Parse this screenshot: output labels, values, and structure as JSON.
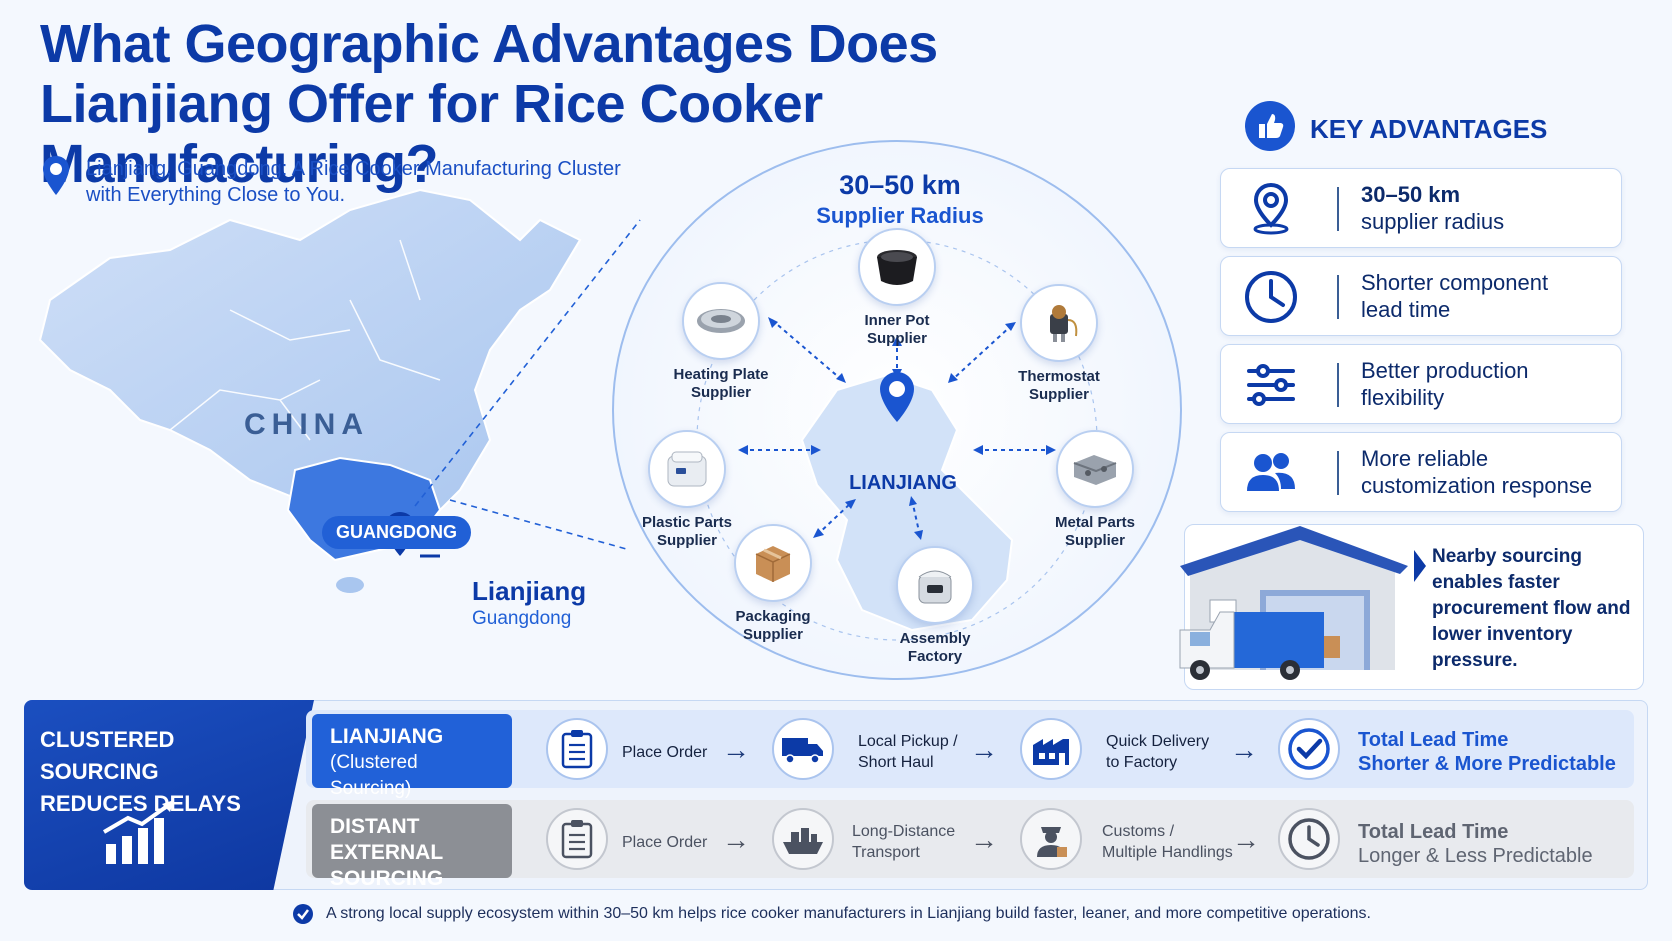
{
  "header": {
    "title_line1": "What Geographic Advantages Does",
    "title_line2": "Lianjiang Offer for Rice Cooker Manufacturing?",
    "subtitle_line1": "Lianjiang, Guangdong: A Rice Cooker Manufacturing Cluster",
    "subtitle_line2": "with Everything Close to You."
  },
  "map": {
    "country": "CHINA",
    "province_badge": "GUANGDONG",
    "city": "Lianjiang",
    "city_province": "Guangdong"
  },
  "cluster": {
    "radius_km": "30–50 km",
    "radius_label": "Supplier Radius",
    "center": "LIANJIANG",
    "nodes": [
      {
        "line1": "Inner Pot",
        "line2": "Supplier"
      },
      {
        "line1": "Heating Plate",
        "line2": "Supplier"
      },
      {
        "line1": "Thermostat",
        "line2": "Supplier"
      },
      {
        "line1": "Plastic Parts",
        "line2": "Supplier"
      },
      {
        "line1": "Metal Parts",
        "line2": "Supplier"
      },
      {
        "line1": "Packaging",
        "line2": "Supplier"
      },
      {
        "line1": "Assembly",
        "line2": "Factory"
      }
    ]
  },
  "key_advantages": {
    "heading": "KEY ADVANTAGES",
    "items": [
      {
        "line1": "30–50 km",
        "line2": "supplier radius",
        "icon": "location-pin-icon"
      },
      {
        "line1": "Shorter component",
        "line2": "lead time",
        "icon": "clock-icon"
      },
      {
        "line1": "Better production",
        "line2": "flexibility",
        "icon": "sliders-icon"
      },
      {
        "line1": "More reliable",
        "line2": "customization response",
        "icon": "people-icon"
      }
    ],
    "nearby_text": "Nearby sourcing enables faster procurement flow and lower inventory pressure."
  },
  "comparison": {
    "panel_line1": "CLUSTERED SOURCING",
    "panel_line2": "REDUCES DELAYS",
    "rows": [
      {
        "tag_a": "LIANJIANG",
        "tag_b": "(Clustered Sourcing)",
        "steps": [
          {
            "line1": "Place Order",
            "line2": ""
          },
          {
            "line1": "Local Pickup /",
            "line2": "Short Haul"
          },
          {
            "line1": "Quick Delivery",
            "line2": "to Factory"
          }
        ],
        "total_line1": "Total Lead Time",
        "total_line2": "Shorter & More Predictable"
      },
      {
        "tag_a": "DISTANT EXTERNAL",
        "tag_b": "SOURCING",
        "steps": [
          {
            "line1": "Place Order",
            "line2": ""
          },
          {
            "line1": "Long-Distance",
            "line2": "Transport"
          },
          {
            "line1": "Customs /",
            "line2": "Multiple Handlings"
          }
        ],
        "total_line1": "Total Lead Time",
        "total_line2": "Longer & Less Predictable"
      }
    ]
  },
  "footer": "A strong local supply ecosystem within 30–50 km helps rice cooker manufacturers in Lianjiang build faster, leaner, and more competitive operations.",
  "colors": {
    "primary": "#0c3aa7",
    "accent": "#2160d6",
    "gray": "#8c8f95"
  }
}
